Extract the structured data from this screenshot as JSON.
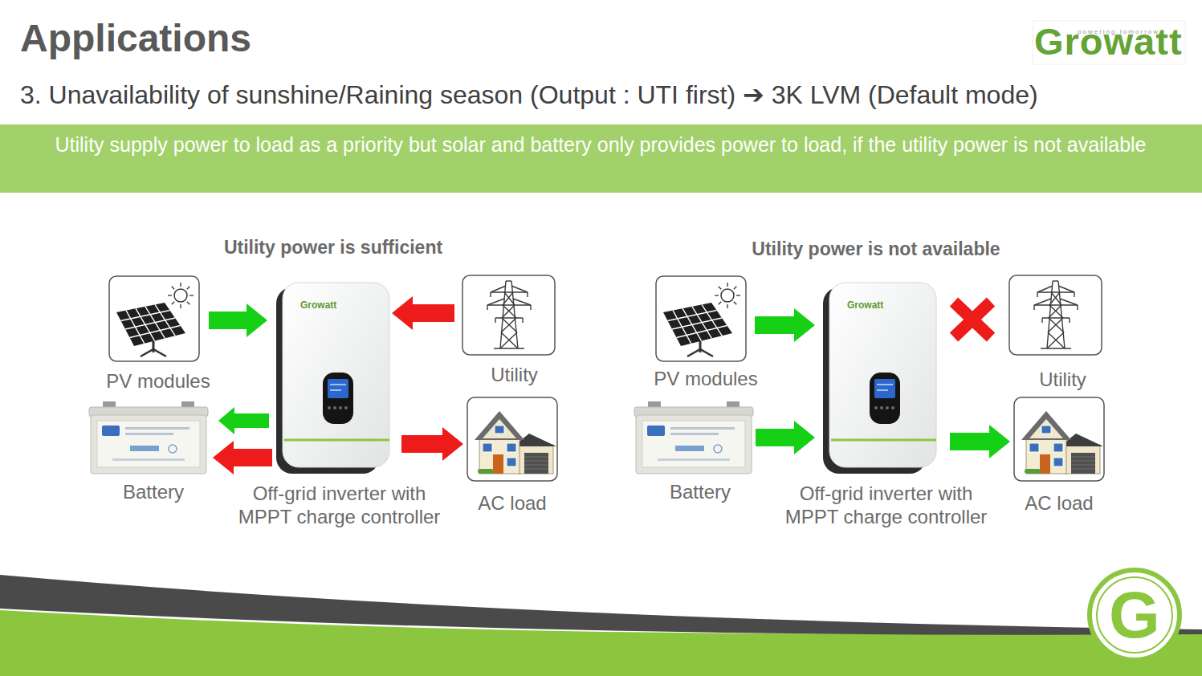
{
  "diagram": {
    "title": "Applications",
    "nodes": [
      {
        "text": [
          "Utility supply power to load as a priority but solar and battery only provides power to load, if the utility power is not available"
        ]
      },
      {
        "text": [
          "PV modules"
        ]
      },
      {
        "text": [
          "Growatt",
          "Off-grid inverter with MPPT charge controller"
        ]
      },
      {
        "text": [
          "Utility"
        ]
      },
      {
        "text": [
          "Battery"
        ]
      },
      {
        "text": [
          "AC load"
        ]
      },
      {
        "text": [
          "PV modules"
        ]
      },
      {
        "text": [
          "Growatt",
          "Off-grid inverter with MPPT charge controller"
        ]
      },
      {
        "text": [
          "Utility"
        ]
      },
      {
        "text": [
          "Battery"
        ]
      },
      {
        "text": [
          "AC load"
        ]
      }
    ],
    "edges": [
      {
        "from": 1,
        "to": 2,
        "arrow": "to"
      },
      {
        "from": 3,
        "to": 2,
        "arrow": "to"
      },
      {
        "from": 2,
        "to": 4,
        "arrow": "to"
      },
      {
        "from": 2,
        "to": 4,
        "arrow": "to"
      },
      {
        "from": 2,
        "to": 5,
        "arrow": "to"
      },
      {
        "from": 6,
        "to": 7,
        "arrow": "to"
      },
      {
        "from": 9,
        "to": 7,
        "arrow": "to"
      },
      {
        "from": 7,
        "to": 10,
        "arrow": "to"
      }
    ],
    "labels": [
      "3. Unavailability of sunshine/Raining season (Output : UTI first) ➔ 3K LVM (Default mode)",
      "Utility power is sufficient",
      "Utility power is not available",
      "powering tomorrow",
      "Growatt",
      "G"
    ]
  }
}
